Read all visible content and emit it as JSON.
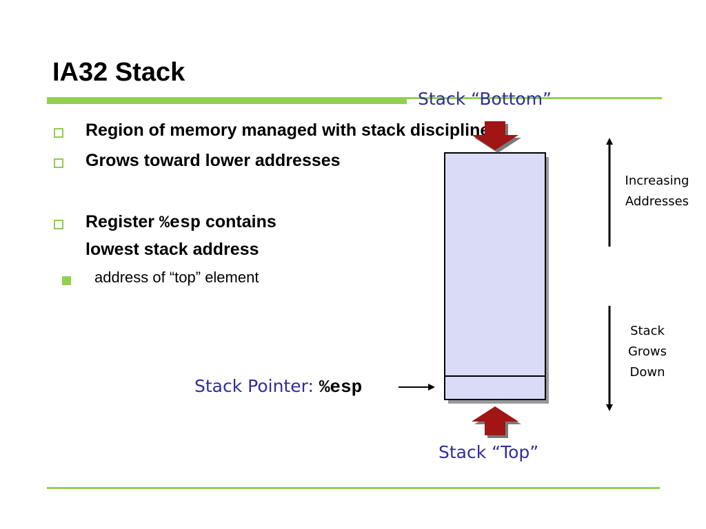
{
  "slide": {
    "title": "IA32 Stack",
    "bullets": [
      {
        "text": "Region of memory managed with stack discipline"
      },
      {
        "text": "Grows toward lower addresses"
      },
      {
        "prefix": "Register ",
        "code": "%esp",
        "suffix": " contains",
        "line2": "lowest  stack address"
      }
    ],
    "sub_bullets": [
      {
        "text": "address of “top” element"
      }
    ]
  },
  "diagram": {
    "stack_bottom_label": "Stack “Bottom”",
    "stack_top_label": "Stack “Top”",
    "stack_pointer_prefix": "Stack Pointer: ",
    "stack_pointer_code": "%esp",
    "increasing_addresses_line1": "Increasing",
    "increasing_addresses_line2": "Addresses",
    "stack_grows_line1": "Stack",
    "stack_grows_line2": "Grows",
    "stack_grows_line3": "Down"
  },
  "colors": {
    "accent_green": "#92d050",
    "stack_fill": "#d9dbf7",
    "arrow_red": "#a11515",
    "label_blue": "#2e2e9a"
  }
}
